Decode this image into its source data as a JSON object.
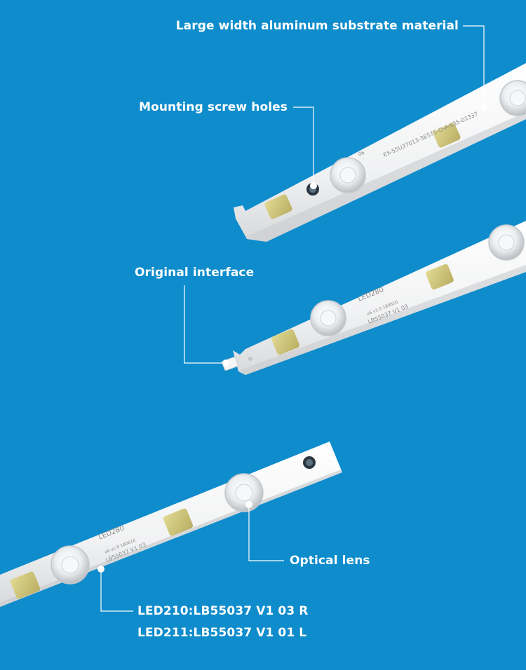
{
  "background_color": "#0e8ccc",
  "callouts": {
    "substrate": "Large width aluminum substrate material",
    "screw_holes": "Mounting screw holes",
    "interface": "Original interface",
    "lens": "Optical lens",
    "model_r": "LED210:LB55037 V1 03 R",
    "model_l": "LED211:LB55037 V1 01 L"
  },
  "strip_prints": {
    "top_code": "EX-55U37013-3ES7S-O-A-S35-01337",
    "led_id": "LED280",
    "version": "x6 v1.0 180616",
    "part": "LB55037 V1 03",
    "lens_mark": "06"
  }
}
